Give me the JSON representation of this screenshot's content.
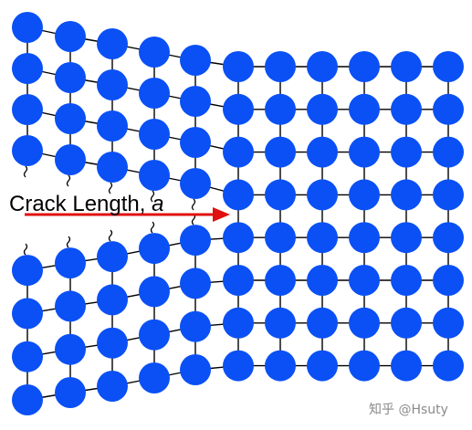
{
  "label": {
    "text": "Crack Length, ",
    "variable": "a"
  },
  "watermark": "知乎 @Hsuty",
  "colors": {
    "atom": "#0a50f5",
    "bond": "#000000",
    "arrow": "#e01010",
    "background": "#ffffff"
  },
  "lattice": {
    "right_block": {
      "columns": 6,
      "rows": 8
    },
    "left_upper_block": {
      "columns": 5,
      "rows": 4
    },
    "left_lower_block": {
      "columns": 5,
      "rows": 4
    },
    "broken_bond_marks": 10
  }
}
